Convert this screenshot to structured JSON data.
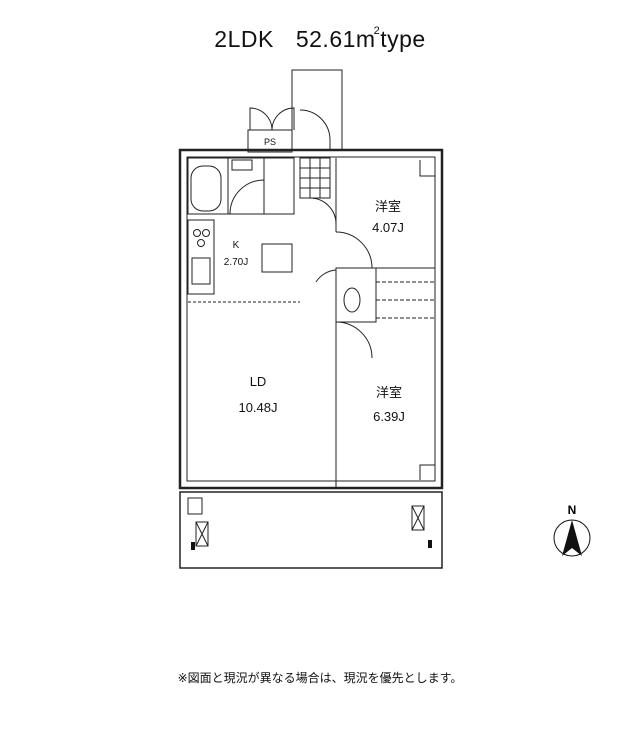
{
  "title": {
    "layout": "2LDK",
    "area": "52.61",
    "unit": "m",
    "unit_sup": "2",
    "suffix": "type"
  },
  "rooms": {
    "ps": "PS",
    "western1_name": "洋室",
    "western1_size": "4.07J",
    "kitchen_name": "K",
    "kitchen_size": "2.70J",
    "ld_name": "LD",
    "ld_size": "10.48J",
    "western2_name": "洋室",
    "western2_size": "6.39J"
  },
  "compass": {
    "label": "N"
  },
  "note": "※図面と現況が異なる場合は、現況を優先とします。"
}
